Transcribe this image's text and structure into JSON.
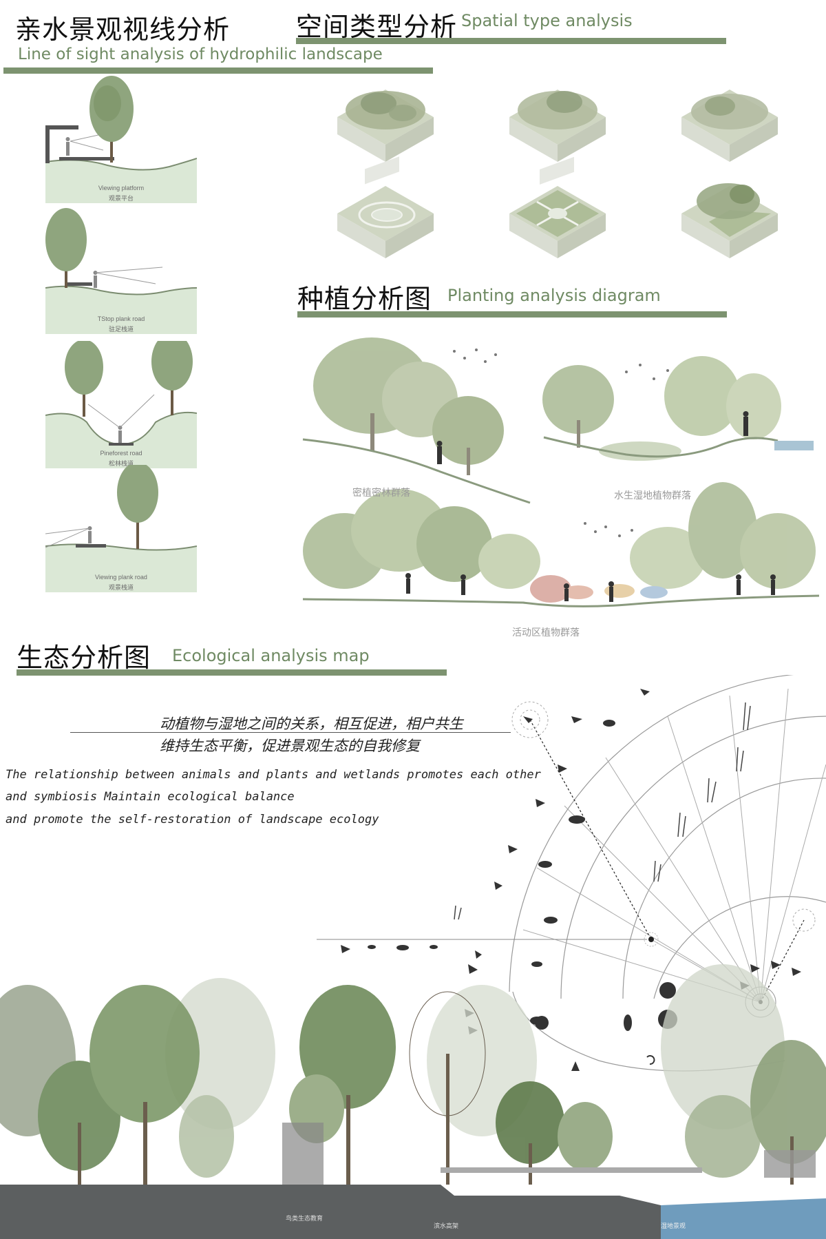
{
  "sight": {
    "title_cn": "亲水景观视线分析",
    "title_en": "Line of sight analysis of hydrophilic landscape",
    "panels": [
      {
        "en": "Viewing platform",
        "cn": "观景平台"
      },
      {
        "en": "TStop plank road",
        "cn": "驻足栈道"
      },
      {
        "en": "Pineforest road",
        "cn": "松林栈道"
      },
      {
        "en": "Viewing plank road",
        "cn": "观景栈道"
      }
    ]
  },
  "spatial": {
    "title_cn": "空间类型分析",
    "title_en": "Spatial type analysis"
  },
  "planting": {
    "title_cn": "种植分析图",
    "title_en": "Planting analysis diagram",
    "captions": [
      "密植密林群落",
      "水生湿地植物群落",
      "活动区植物群落"
    ]
  },
  "ecology": {
    "title_cn": "生态分析图",
    "title_en": "Ecological analysis map",
    "cn_line1": "动植物与湿地之间的关系，相互促进，相户共生",
    "cn_line2": "维持生态平衡，促进景观生态的自我修复",
    "en_line1": "The relationship between animals and plants and wetlands promotes each other",
    "en_line2": "and symbiosis Maintain ecological balance",
    "en_line3": "and promote the self-restoration of landscape ecology",
    "section_labels": [
      "鸟类生态教育",
      "滨水高架",
      "湿地景观"
    ]
  },
  "colors": {
    "accent": "#7d9370",
    "title_green": "#6f8a63",
    "panel_green": "#dbe8d6"
  }
}
